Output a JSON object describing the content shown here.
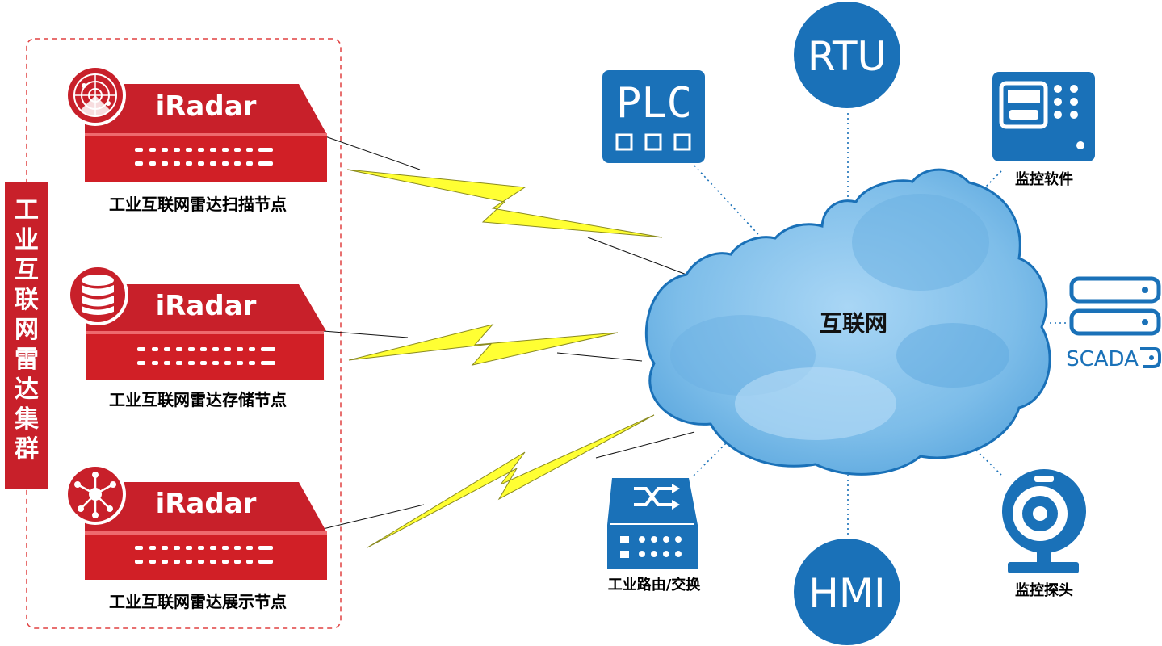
{
  "cluster": {
    "title_chars": [
      "工",
      "业",
      "互",
      "联",
      "网",
      "雷",
      "达",
      "集",
      "群"
    ],
    "color": "#c8202a"
  },
  "nodes": [
    {
      "brand": "iRadar",
      "caption": "工业互联网雷达扫描节点",
      "icon": "radar-icon"
    },
    {
      "brand": "iRadar",
      "caption": "工业互联网雷达存储节点",
      "icon": "database-icon"
    },
    {
      "brand": "iRadar",
      "caption": "工业互联网雷达展示节点",
      "icon": "network-icon"
    }
  ],
  "cloud": {
    "label": "互联网",
    "color": "#7fbfe9"
  },
  "devices": {
    "plc": {
      "label": "PLC",
      "icon": "plc-icon"
    },
    "rtu": {
      "label": "RTU"
    },
    "monitor_software": {
      "label": "监控软件",
      "icon": "control-panel-icon"
    },
    "scada": {
      "label": "SCADA",
      "icon": "server-icon"
    },
    "camera": {
      "label": "监控探头",
      "icon": "webcam-icon"
    },
    "hmi": {
      "label": "HMI"
    },
    "router": {
      "label": "工业路由/交换",
      "icon": "switch-icon"
    }
  },
  "colors": {
    "device_blue": "#1a71b8",
    "lightning": "#ffff33",
    "node_red": "#c8202a"
  }
}
